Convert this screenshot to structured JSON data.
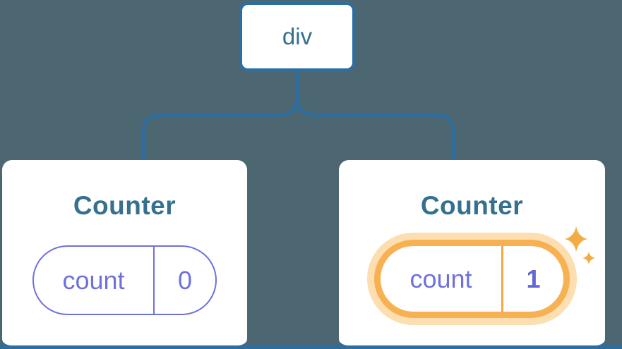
{
  "diagram": {
    "description": "React component tree diagram: a div root with two Counter children holding separate count state; the second Counter's state pill is highlighted with sparkles."
  },
  "tree": {
    "root": {
      "label": "div"
    },
    "children": [
      {
        "title": "Counter",
        "state": {
          "key": "count",
          "value": "0",
          "highlighted": false
        }
      },
      {
        "title": "Counter",
        "state": {
          "key": "count",
          "value": "1",
          "highlighted": true,
          "effect": "sparkles-icon"
        }
      }
    ]
  },
  "colors": {
    "background": "#4d6772",
    "node_border_blue": "#2d6e9e",
    "label_text_blue": "#35708f",
    "card_background": "#ffffff",
    "state_purple": "#6e71dc",
    "highlight_orange": "#f8b152",
    "highlight_glow": "#fcdeb0",
    "sparkle_orange": "#f5ab43"
  }
}
